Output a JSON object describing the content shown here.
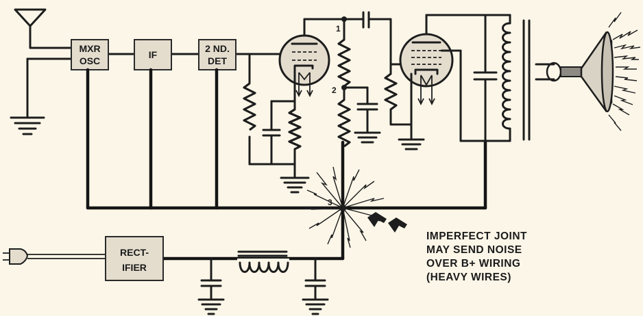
{
  "blocks": {
    "mixer_osc": [
      "MXR",
      "OSC"
    ],
    "if_amp": "IF",
    "second_det": [
      "2 ND.",
      "DET"
    ],
    "rectifier": [
      "RECT-",
      "IFIER"
    ]
  },
  "points": {
    "p1": "1",
    "p2": "2",
    "p3": "3"
  },
  "note": [
    "IMPERFECT JOINT",
    "MAY SEND NOISE",
    "OVER B+ WIRING",
    "(HEAVY WIRES)"
  ],
  "colors": {
    "paper": "#fbf6e8",
    "ink": "#1d1d1d",
    "block_fill": "#e4ddce"
  }
}
